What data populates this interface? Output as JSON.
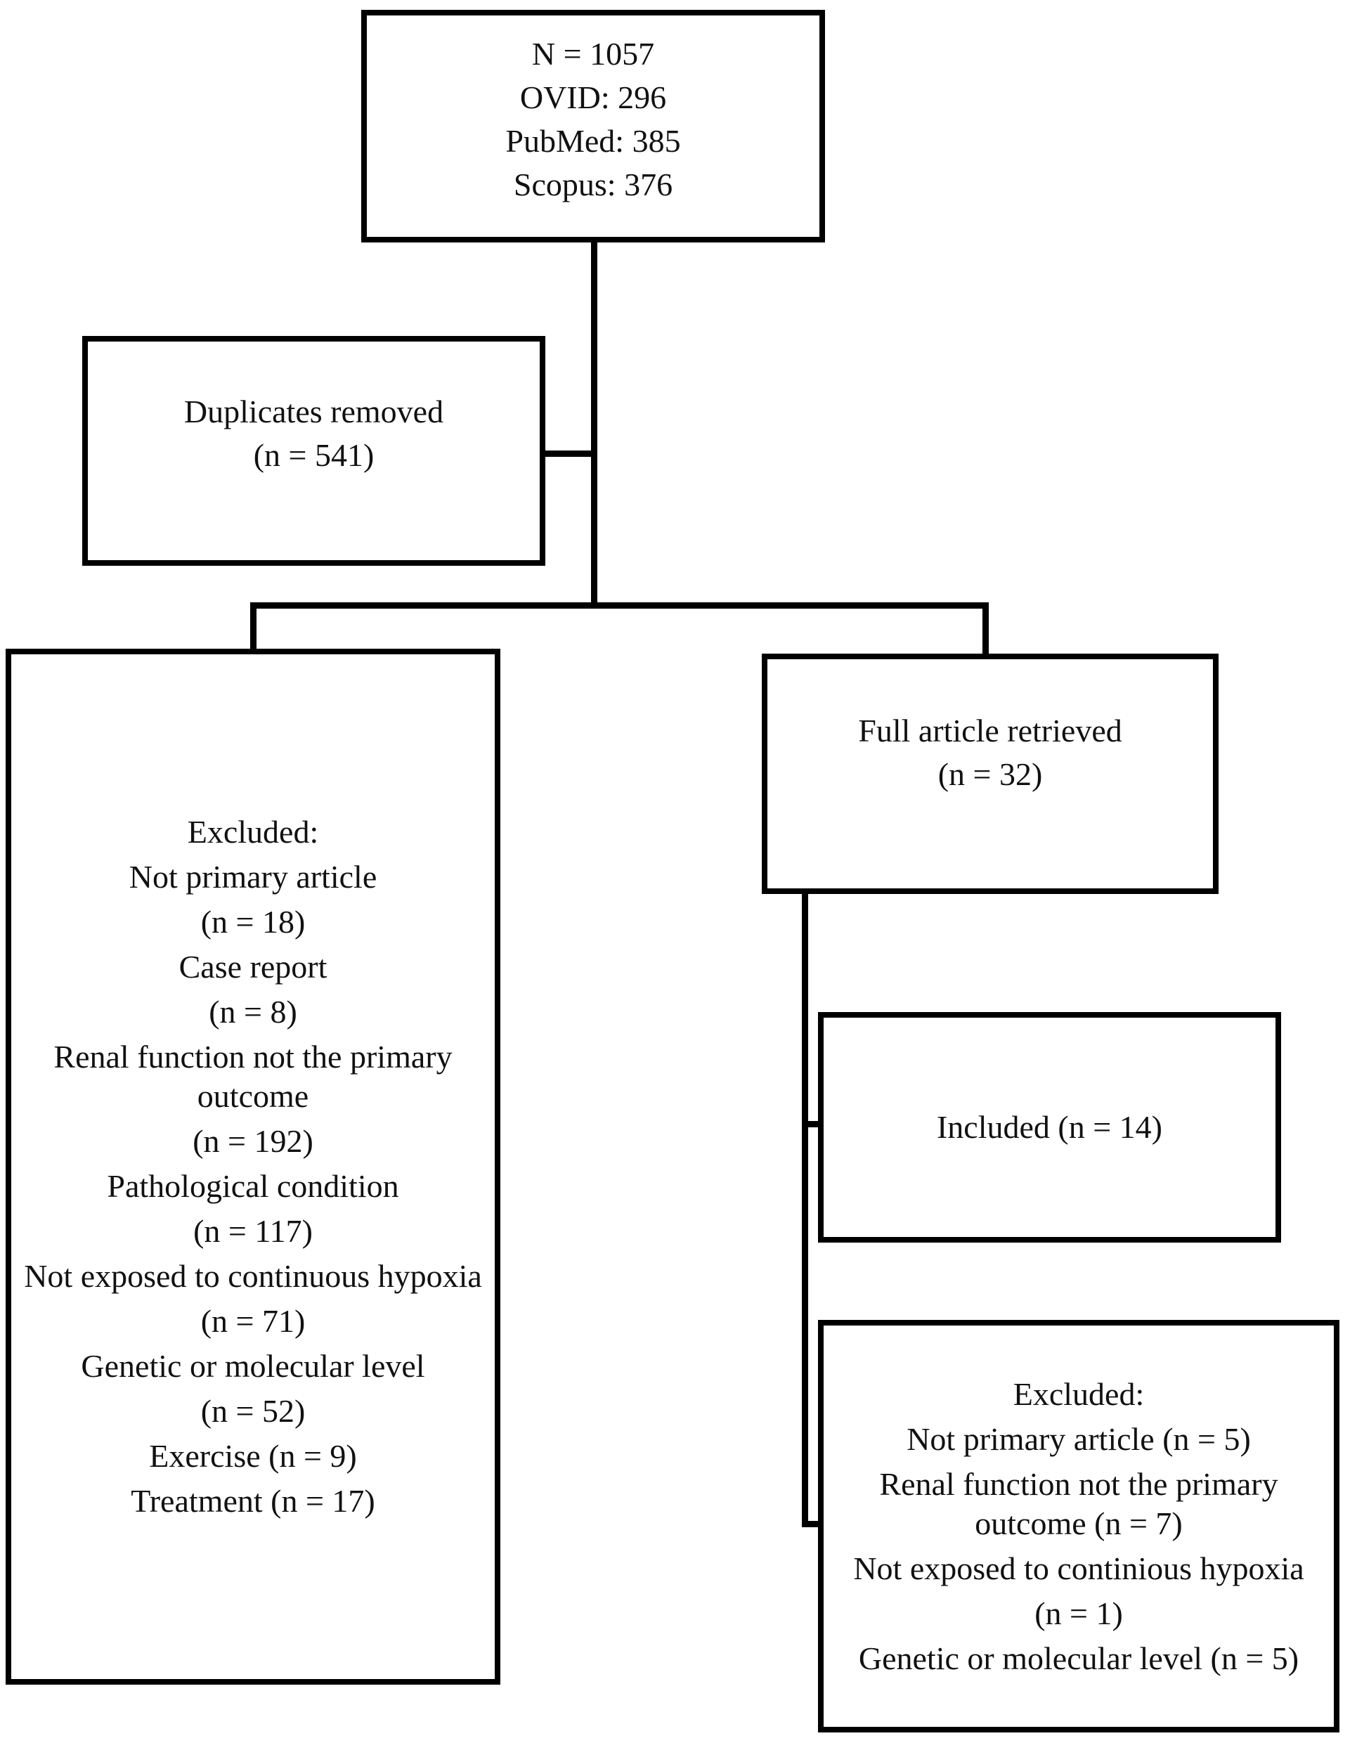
{
  "colors": {
    "background": "#ffffff",
    "border": "#000000",
    "text": "#111111"
  },
  "boxes": {
    "records": {
      "lines": [
        "N = 1057",
        "OVID: 296",
        "PubMed: 385",
        "Scopus: 376"
      ]
    },
    "duplicates": {
      "lines": [
        "Duplicates removed",
        "(n = 541)"
      ]
    },
    "screening_excluded": {
      "entries": [
        "Excluded:",
        "Not primary article",
        "(n = 18)",
        "Case report",
        "(n = 8)",
        "Renal function not the primary outcome",
        "(n = 192)",
        "Pathological condition",
        "(n = 117)",
        "Not exposed to continuous hypoxia",
        "(n = 71)",
        "Genetic or molecular level",
        "(n = 52)",
        "Exercise (n = 9)",
        "Treatment (n = 17)"
      ]
    },
    "full_article": {
      "lines": [
        "Full article retrieved",
        "(n = 32)"
      ]
    },
    "included": {
      "lines": [
        "Included (n = 14)"
      ]
    },
    "fulltext_excluded": {
      "entries": [
        "Excluded:",
        "Not primary article (n = 5)",
        "Renal function not the primary outcome (n = 7)",
        "Not exposed to continious hypoxia",
        "(n = 1)",
        "Genetic or molecular level (n = 5)"
      ]
    }
  }
}
